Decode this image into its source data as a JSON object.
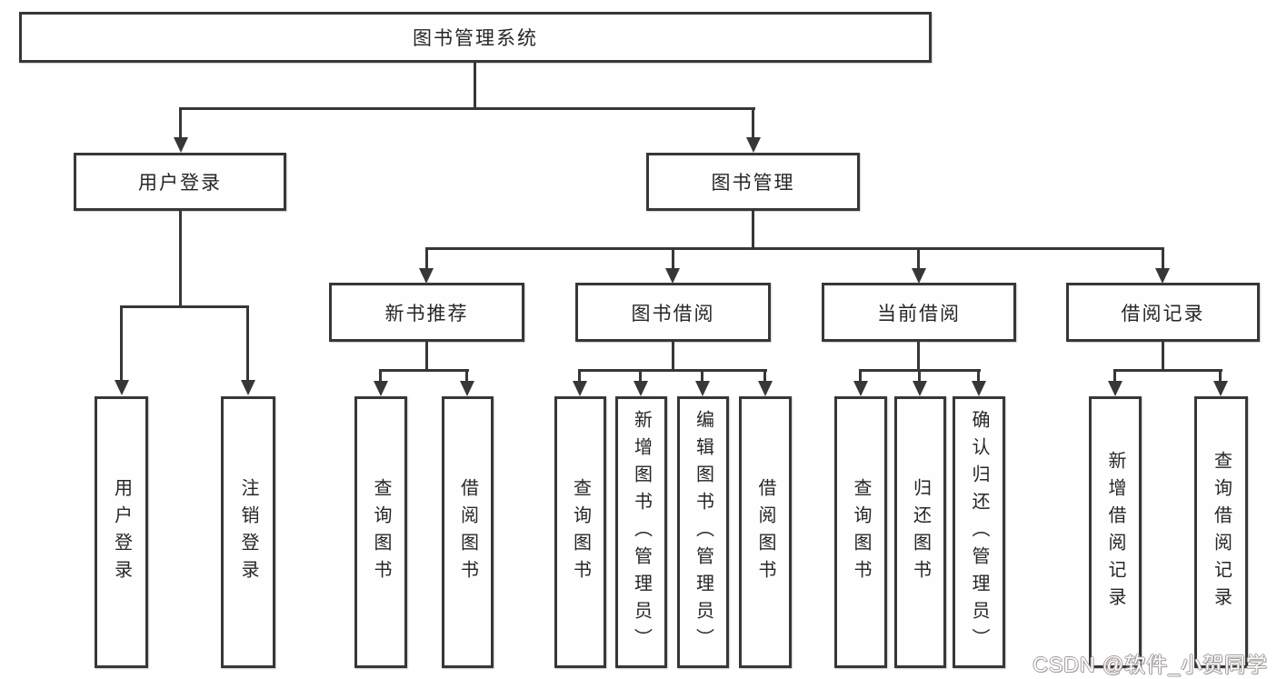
{
  "tree": {
    "root": {
      "label": "图书管理系统"
    },
    "children": [
      {
        "label": "用户登录",
        "children": [
          "用户登录",
          "注销登录"
        ]
      },
      {
        "label": "图书管理",
        "children": [
          {
            "label": "新书推荐",
            "children": [
              "查询图书",
              "借阅图书"
            ]
          },
          {
            "label": "图书借阅",
            "children": [
              "查询图书",
              "新增图书（管理员）",
              "编辑图书（管理员）",
              "借阅图书"
            ]
          },
          {
            "label": "当前借阅",
            "children": [
              "查询图书",
              "归还图书",
              "确认归还（管理员）"
            ]
          },
          {
            "label": "借阅记录",
            "children": [
              "新增借阅记录",
              "查询借阅记录"
            ]
          }
        ]
      }
    ]
  },
  "watermark": {
    "text": "CSDN @软件_小贺同学"
  },
  "colors": {
    "node_border": "#373737",
    "connector": "#373737",
    "text": "#262626",
    "background": "#ffffff",
    "watermark_outline": "#a59a9a",
    "watermark_fill": "#fdfdfd"
  }
}
